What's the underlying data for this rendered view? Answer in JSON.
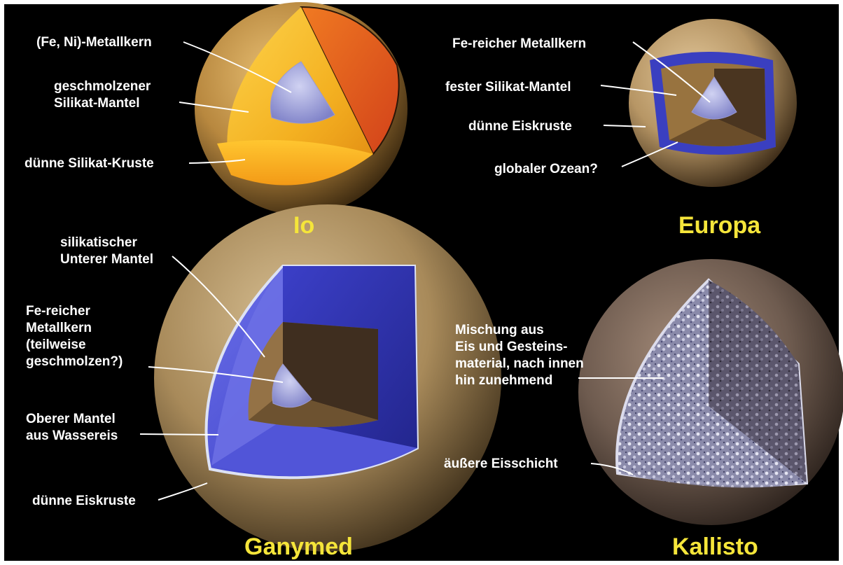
{
  "colors": {
    "background": "#000000",
    "frame": "#ffffff",
    "label_text": "#ffffff",
    "title_text": "#f5e53a"
  },
  "moons": [
    {
      "id": "io",
      "title": "Io",
      "layers": [
        "(Fe, Ni)-Metallkern",
        "geschmolzener Silikat-Mantel",
        "dünne Silikat-Kruste"
      ]
    },
    {
      "id": "europa",
      "title": "Europa",
      "layers": [
        "Fe-reicher Metallkern",
        "fester Silikat-Mantel",
        "dünne Eiskruste",
        "globaler Ozean?"
      ]
    },
    {
      "id": "ganymed",
      "title": "Ganymed",
      "layers": [
        "silikatischer Unterer Mantel",
        "Fe-reicher Metallkern (teilweise geschmolzen?)",
        "Oberer Mantel aus Wassereis",
        "dünne Eiskruste"
      ]
    },
    {
      "id": "kallisto",
      "title": "Kallisto",
      "layers": [
        "Mischung aus Eis und Gesteins-material, nach innen hin zunehmend",
        "äußere Eisschicht"
      ]
    }
  ],
  "labels": {
    "io_core": [
      "(Fe, Ni)-Metallkern"
    ],
    "io_mantle": [
      "geschmolzener",
      "Silikat-Mantel"
    ],
    "io_crust": [
      "dünne Silikat-Kruste"
    ],
    "europa_core": [
      "Fe-reicher Metallkern"
    ],
    "europa_mantle": [
      "fester Silikat-Mantel"
    ],
    "europa_crust": [
      "dünne Eiskruste"
    ],
    "europa_ocean": [
      "globaler Ozean?"
    ],
    "ganymed_lower": [
      "silikatischer",
      "Unterer Mantel"
    ],
    "ganymed_core": [
      "Fe-reicher",
      "Metallkern",
      "(teilweise",
      "geschmolzen?)"
    ],
    "ganymed_upper": [
      "Oberer Mantel",
      "aus Wassereis"
    ],
    "ganymed_crust": [
      "dünne Eiskruste"
    ],
    "kallisto_mix": [
      "Mischung aus",
      "Eis und Gesteins-",
      "material, nach innen",
      "hin zunehmend"
    ],
    "kallisto_outer": [
      "äußere Eisschicht"
    ]
  }
}
